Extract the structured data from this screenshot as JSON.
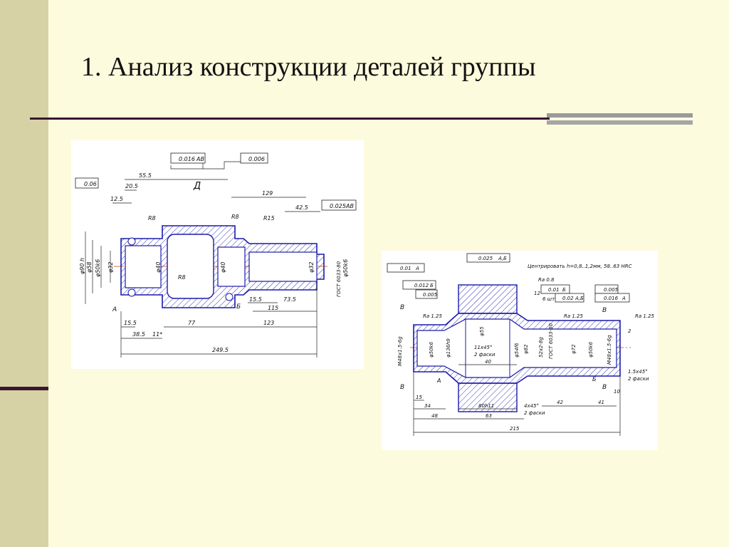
{
  "slide": {
    "title": "1. Анализ конструкции деталей группы",
    "colors": {
      "background": "#fdfbdd",
      "left_band": "#d6d2a6",
      "accent": "#3a1530",
      "rule_grey": "#9a9a9a",
      "part_outline": "#1a1aaa",
      "hatch": "#3535c0",
      "axis": "#e07020"
    }
  },
  "drawing1": {
    "frames": [
      "0.016",
      "АВ",
      "0.006",
      "0.06",
      "0.025",
      "АВ"
    ],
    "dims": [
      "55.5",
      "20.5",
      "12.5",
      "129",
      "42.5",
      "R8",
      "R8",
      "R15",
      "R8",
      "Д",
      "φ90 h",
      "φ58",
      "φ50k6",
      "φ32",
      "φ40",
      "φ40",
      "φ32",
      "φ50k6",
      "15.5",
      "73.5",
      "115",
      "77",
      "123",
      "15.5",
      "38.5",
      "11*",
      "249.5",
      "А",
      "Б",
      "ГОСТ 6033-80"
    ]
  },
  "drawing2": {
    "frames": [
      "0.01",
      "А",
      "0.025",
      "А,Б",
      "0.012",
      "Б",
      "0.005",
      "0.01",
      "Б",
      "0.02",
      "А,Б",
      "0.005",
      "0.016",
      "А"
    ],
    "note": "Центрировать h=0,8..1,2мм, 58..63 HRC",
    "rough": [
      "Ra 1.25",
      "Ra 0.8",
      "Ra 1.25",
      "Ra 1.25"
    ],
    "dims": [
      "M48x1.5-6g",
      "φ50k6",
      "φ136h9",
      "φ55",
      "φ54f6",
      "φ82",
      "52x2-8g",
      "ГОСТ 6033-80",
      "φ72",
      "φ50k6",
      "M48x1.5-6g",
      "11x45°",
      "2 фаски",
      "40",
      "15",
      "34",
      "48",
      "80h11",
      "63",
      "4x45°",
      "2 фаски",
      "42",
      "41",
      "215",
      "10",
      "1.5x45°",
      "2 фаски",
      "2",
      "12",
      "6 шт",
      "В",
      "В",
      "В",
      "В",
      "А",
      "Б"
    ]
  }
}
